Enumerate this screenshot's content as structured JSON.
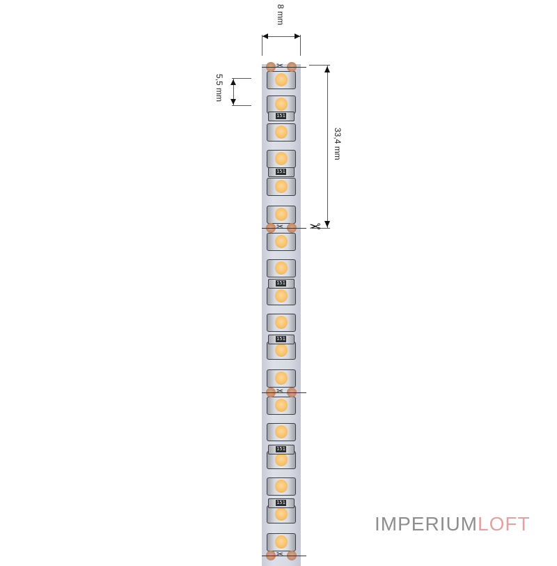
{
  "dimensions": {
    "width_label": "8 mm",
    "segment_spacing_label": "5,5 mm",
    "cut_length_label": "33,4 mm"
  },
  "strip": {
    "led_color": "#f7c26e",
    "pcb_color": "#d7dae4",
    "resistor_code": "151",
    "led_positions_y": [
      115,
      150,
      190,
      228,
      268,
      308,
      347,
      385,
      425,
      463,
      503,
      543,
      582,
      620,
      660,
      698,
      738,
      778
    ],
    "resistor_positions_y": [
      167,
      247,
      407,
      487,
      645,
      722
    ],
    "cut_positions_y": [
      96,
      327,
      563,
      797
    ]
  },
  "icons": {
    "scissors": "✂"
  },
  "brand": {
    "part1": "IMPERIUM",
    "part2": "LOFT"
  }
}
